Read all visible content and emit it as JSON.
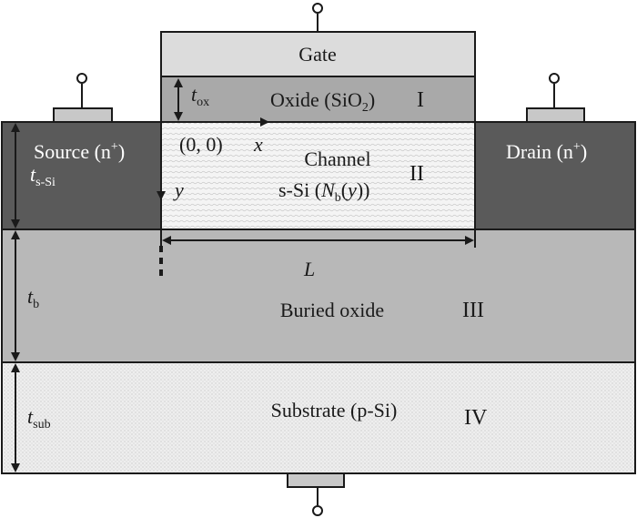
{
  "regions": {
    "gate": "Gate",
    "oxide": "Oxide (SiO",
    "oxide_sub": "2",
    "oxide_close": ")",
    "oxide_roman": "I",
    "source": "Source (n",
    "source_sup": "+",
    "source_close": ")",
    "drain": "Drain (n",
    "drain_sup": "+",
    "drain_close": ")",
    "channel_line1": "Channel",
    "channel_line2_a": "s-Si (",
    "channel_line2_N": "N",
    "channel_line2_sub": "b",
    "channel_line2_b": "(",
    "channel_line2_y": "y",
    "channel_line2_c": "))",
    "channel_roman": "II",
    "buried": "Buried oxide",
    "buried_roman": "III",
    "substrate": "Substrate (p-Si)",
    "substrate_roman": "IV"
  },
  "axes": {
    "origin": "(0, 0)",
    "x": "x",
    "y": "y"
  },
  "dimensions": {
    "t_ox": "t",
    "t_ox_sub": "ox",
    "t_ssi": "t",
    "t_ssi_sub": "s-Si",
    "t_b": "t",
    "t_b_sub": "b",
    "t_sub": "t",
    "t_sub_sub": "sub",
    "L": "L"
  },
  "colors": {
    "gate_fill": "#dcdcdc",
    "oxide_fill": "#a9a9a9",
    "source_drain_fill": "#5a5a5a",
    "channel_fill": "#f2f2f2",
    "buried_fill": "#b8b8b8",
    "substrate_fill": "#ececec",
    "contact_fill": "#c8c8c8",
    "stroke": "#1a1a1a"
  }
}
